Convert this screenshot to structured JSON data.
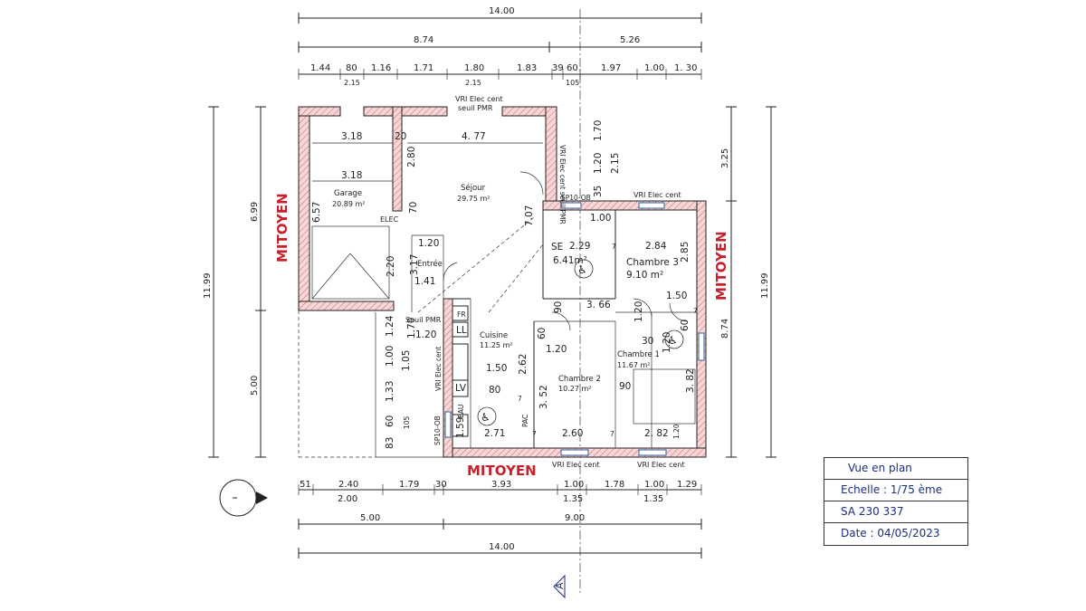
{
  "title_block": {
    "view": "Vue en plan",
    "scale": "Echelle : 1/75 ème",
    "reference": "SA 230 337",
    "date": "Date : 04/05/2023"
  },
  "neighbour_label": "MITOYEN",
  "section_marker": "A",
  "rooms": {
    "garage": {
      "name": "Garage",
      "area": "20.89 m²"
    },
    "sejour": {
      "name": "Séjour",
      "area": "29.75 m²"
    },
    "entree": {
      "name": "Entrée"
    },
    "cuisine": {
      "name": "Cuisine",
      "area": "11.25 m²"
    },
    "se": {
      "name": "SE",
      "area": "6.41m²"
    },
    "chambre3": {
      "name": "Chambre 3",
      "area": "9.10 m²"
    },
    "chambre2": {
      "name": "Chambre 2",
      "area": "10.27 m²"
    },
    "chambre1": {
      "name": "Chambre 1",
      "area": "11.67 m²"
    }
  },
  "fixtures": {
    "vri_elec_cent": "VRI Elec cent",
    "seuil_pmr": "seuil PMR",
    "vri_elec_cent_seuil": "VRI Elec cent seuil PMR",
    "elec": "ELEC",
    "seuil_pmr_cap": "Seuil PMR",
    "fr": "FR",
    "ll": "LL",
    "lv": "LV",
    "eau": "EAU",
    "pac": "PAC",
    "sp10_ob": "SP10-OB"
  },
  "dims_top": {
    "total": "14.00",
    "left_part": "8.74",
    "right_part": "5.26",
    "segments": [
      "1.44",
      "80",
      "1.16",
      "1.71",
      "1.80",
      "1.83",
      "39",
      "60",
      "1.97",
      "1.00",
      "1. 30"
    ],
    "sub": [
      "2.15",
      "2.15",
      "105"
    ]
  },
  "dims_bottom": {
    "segments": [
      "51",
      "2.40",
      "1.79",
      "30",
      "3.93",
      "1.00",
      "1.78",
      "1.00",
      "1.29"
    ],
    "sub": [
      "2.00",
      "1.35",
      "1.35"
    ],
    "partial": [
      "5.00",
      "9.00"
    ],
    "total": "14.00"
  },
  "dims_left": {
    "total": "11.99",
    "upper": "6.99",
    "lower": "5.00"
  },
  "dims_right": {
    "total": "11.99",
    "upper": "3.25",
    "lower": "8.74"
  },
  "dims_inner": {
    "garage_w1": "3.18",
    "garage_w2": "3.18",
    "garage_h": "6.57",
    "sejour_w": "4. 77",
    "sejour_h": "7.07",
    "wall_20": "20",
    "corridor_h": "2.80",
    "entry_70": "70",
    "entry_w": "1.20",
    "entry_h1": "3.17",
    "entry_h2": "2.20",
    "entry_w2": "1.41",
    "entry_w3": "1.20",
    "entry_h3": "1.70",
    "entry_h4": "1.24",
    "col_105": "1.05",
    "col_100": "1.00",
    "col_133": "1.33",
    "col_60": "60",
    "col_83": "83",
    "col_105b": "105",
    "col_159": "1.59",
    "k_150": "1.50",
    "k_80": "80",
    "k_262": "2.62",
    "k_60": "60",
    "k_120": "1.20",
    "k_271": "2.71",
    "k_7a": "7",
    "k_7b": "7",
    "se_100": "1.00",
    "se_229": "2.29",
    "se_7": "7",
    "se_90": "90",
    "se_366": "3. 66",
    "c3_284": "2.84",
    "c3_285": "2.85",
    "c3_150": "1.50",
    "c3_60": "60",
    "c3_7": "7",
    "c3_120": "1.20",
    "c2_352": "3. 52",
    "c2_260": "2.60",
    "c2_7": "7",
    "c1_30": "30",
    "c1_120": "1.20",
    "c1_90": "90",
    "c1_382": "3. 82",
    "c1_282": "2. 82",
    "c1_120b": "1.20",
    "v_170": "1.70",
    "v_215": "2.15",
    "v_120": "1.20",
    "v_35": "35"
  }
}
